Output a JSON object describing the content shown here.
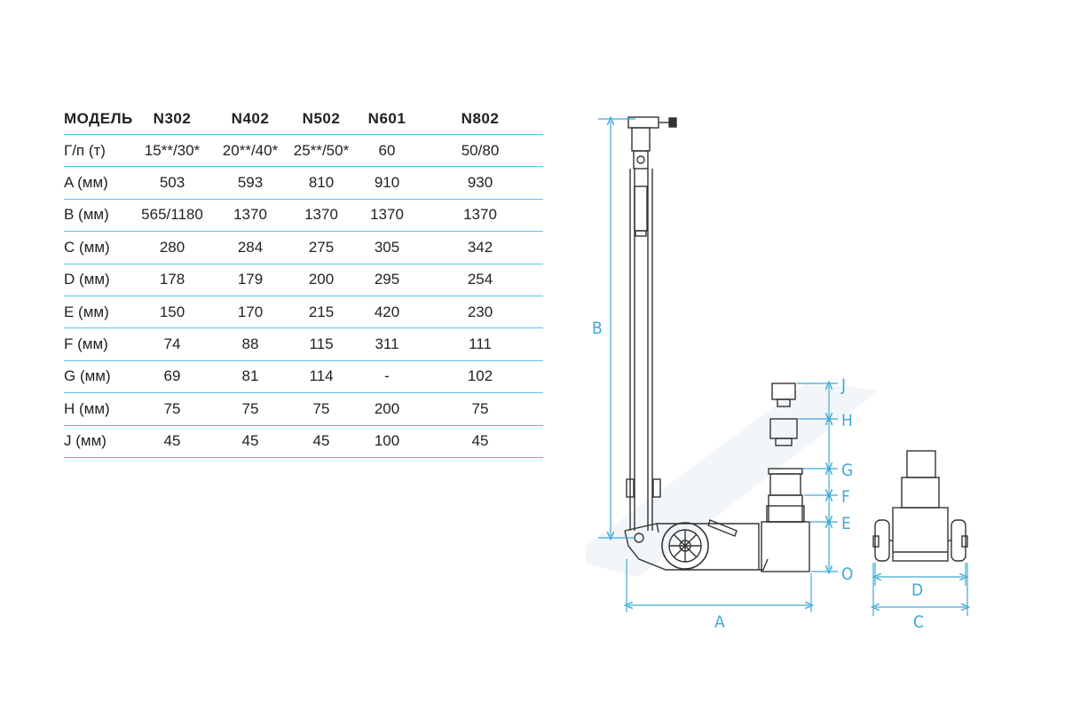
{
  "table": {
    "header": [
      "МОДЕЛЬ",
      "N302",
      "N402",
      "N502",
      "N601",
      "N802"
    ],
    "rows": [
      [
        "Г/п (т)",
        "15**/30*",
        "20**/40*",
        "25**/50*",
        "60",
        "50/80"
      ],
      [
        "A (мм)",
        "503",
        "593",
        "810",
        "910",
        "930"
      ],
      [
        "B (мм)",
        "565/1180",
        "1370",
        "1370",
        "1370",
        "1370"
      ],
      [
        "C (мм)",
        "280",
        "284",
        "275",
        "305",
        "342"
      ],
      [
        "D (мм)",
        "178",
        "179",
        "200",
        "295",
        "254"
      ],
      [
        "E (мм)",
        "150",
        "170",
        "215",
        "420",
        "230"
      ],
      [
        "F (мм)",
        "74",
        "88",
        "115",
        "311",
        "111"
      ],
      [
        "G (мм)",
        "69",
        "81",
        "114",
        "-",
        "102"
      ],
      [
        "H (мм)",
        "75",
        "75",
        "75",
        "200",
        "75"
      ],
      [
        "J (мм)",
        "45",
        "45",
        "45",
        "100",
        "45"
      ]
    ]
  },
  "drawing": {
    "dimension_labels": {
      "A": "A",
      "B": "B",
      "C": "C",
      "D": "D",
      "E": "E",
      "F": "F",
      "G": "G",
      "H": "H",
      "J": "J",
      "O": "O"
    },
    "line_color": "#3ea9d6",
    "body_color": "#333333"
  }
}
